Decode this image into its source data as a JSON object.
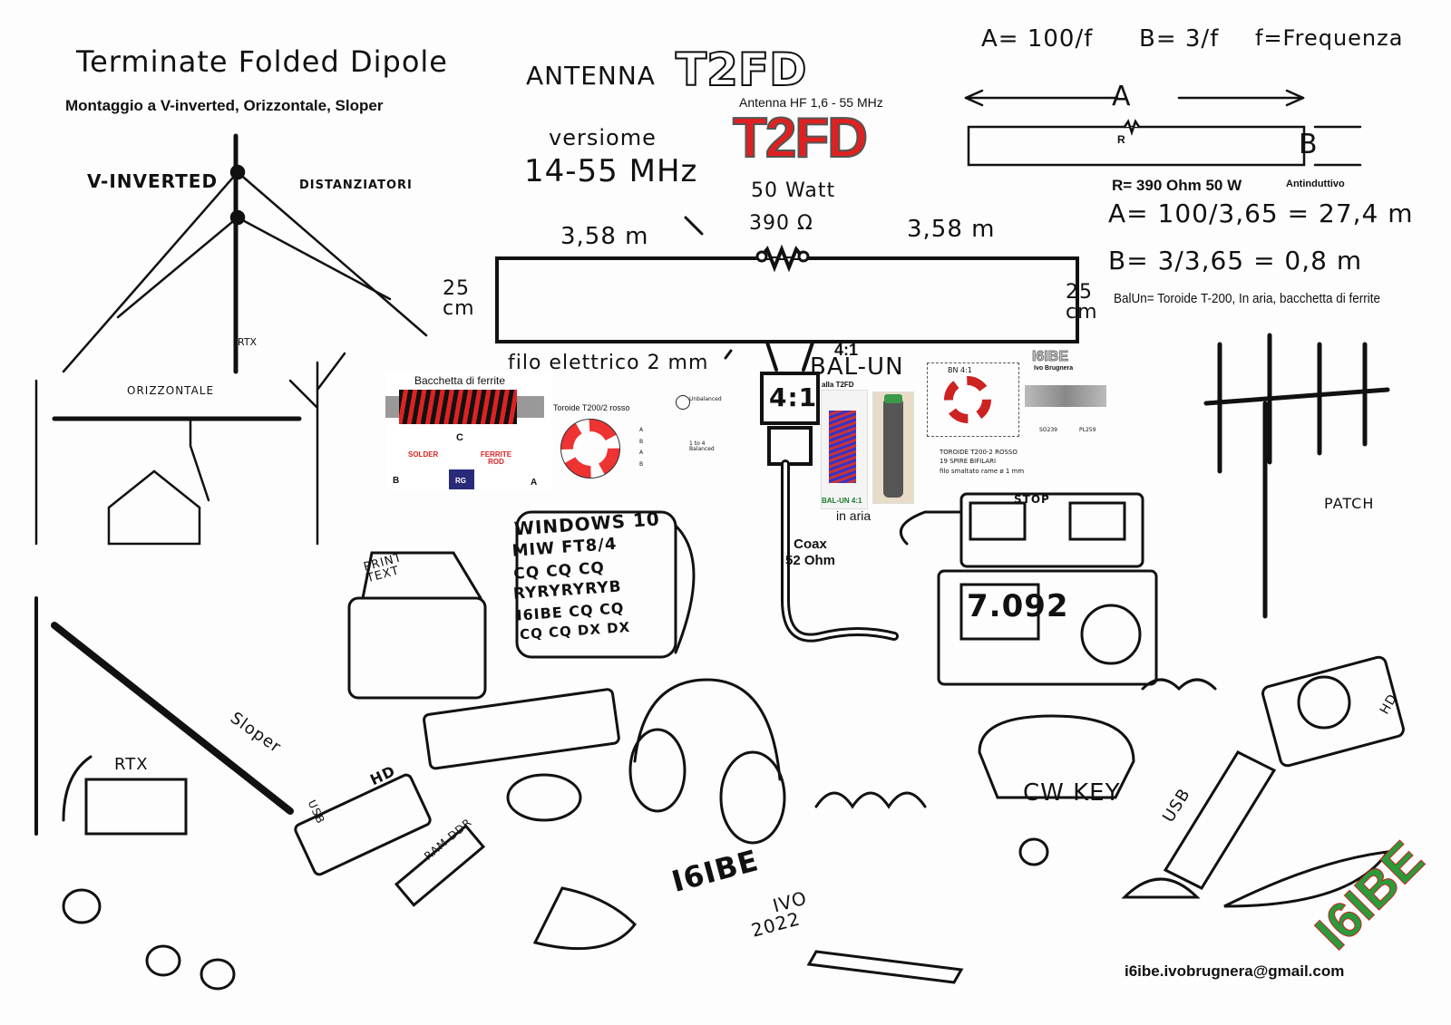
{
  "header": {
    "title": "Terminate Folded Dipole",
    "subtitle": "Montaggio a  V-inverted, Orizzontale, Sloper",
    "antenna_label": "ANTENNA",
    "antenna_name": "T2FD",
    "band": "Antenna HF 1,6 - 55 MHz",
    "logo": "T2FD"
  },
  "formulas": {
    "a": "A= 100/f",
    "b": "B= 3/f",
    "f": "f=Frequenza",
    "dim_a": "A",
    "dim_b": "B",
    "resistor": "R",
    "r_spec": "R= 390 Ohm 50 W",
    "r_note": "Antinduttivo",
    "a_calc": "A= 100/3,65 = 27,4 m",
    "b_calc": "B= 3/3,65 = 0,8 m",
    "balun_note": "BalUn= Toroide T-200, In aria, bacchetta di ferrite"
  },
  "dipole": {
    "version": "versiome",
    "range": "14-55 MHz",
    "power": "50 Watt",
    "resistance": "390 Ω",
    "left_length": "3,58 m",
    "right_length": "3,58 m",
    "left_width": "25 cm",
    "right_width": "25 cm",
    "wire": "filo elettrico 2 mm"
  },
  "balun": {
    "ratio_title": "4:1",
    "title": "BAL-UN",
    "box": "4:1",
    "coax": "Coax\n52 Ohm",
    "air_top": "alla T2FD",
    "air_label": "BAL-UN 4:1",
    "air_caption": "in aria",
    "brand": "I6IBE",
    "brand_name": "Ivo Brugnera",
    "toroid_title": "BN 4:1",
    "toroid_line1": "TOROIDE T200-2 ROSSO",
    "toroid_line2": "19 SPIRE BIFILARI",
    "toroid_line3": "filo smaltato rame ø 1 mm",
    "so239": "SO239",
    "pl259": "PL259"
  },
  "ferrite": {
    "title": "Bacchetta di ferrite",
    "solder": "SOLDER",
    "rod": "FERRITE ROD",
    "c": "C",
    "b": "B",
    "a": "A",
    "rg": "RG"
  },
  "toroid_diagram": {
    "title": "Toroide T200/2 rosso",
    "unbalanced": "Unbalanced",
    "balanced": "1 to 4 Balanced",
    "a1": "A",
    "b1": "B",
    "a2": "A",
    "b2": "B"
  },
  "sketch_labels": {
    "v_inverted": "V-INVERTED",
    "spacers": "DISTANZIATORI",
    "rtx_top": "RTX",
    "horizontal": "ORIZZONTALE",
    "sloper": "Sloper",
    "rtx_sloper": "RTX",
    "screen1": "WINDOWS 10",
    "screen2": "MIW FT8/4",
    "screen3": "CQ CQ CQ",
    "screen4": "RYRYRYRYB",
    "screen5": "I6IBE CQ CQ",
    "screen6": "CQ CQ DX DX",
    "print": "PRINT TEXT",
    "frequency": "7.092",
    "stop": "STOP",
    "patch": "PATCH",
    "hd": "HD",
    "hd2": "HD",
    "usb": "USB",
    "usb_stick": "USB",
    "ram": "RAM DDR",
    "cw_key": "CW KEY",
    "signature": "I6IBE",
    "signature_name": "IVO",
    "signature_year": "2022",
    "corner_logo": "I6IBE"
  },
  "footer": {
    "email": "i6ibe.ivobrugnera@gmail.com"
  }
}
